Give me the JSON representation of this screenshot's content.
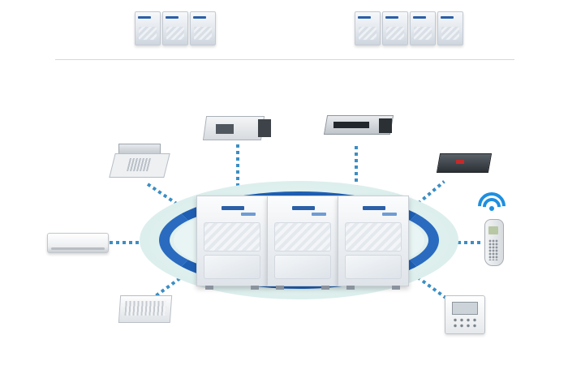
{
  "top_row": {
    "left_unit": {
      "modules": 3
    },
    "right_unit": {
      "modules": 4
    }
  },
  "central_system": {
    "outdoor_modules": 3,
    "ring_color": "#1f5fb3",
    "halo_color": "#dff0ee"
  },
  "connector_color": "#3c8ec4",
  "indoor_units": [
    {
      "id": "cassette",
      "icon": "cassette-unit-icon"
    },
    {
      "id": "duct-high-static",
      "icon": "high-static-duct-icon"
    },
    {
      "id": "duct-slim",
      "icon": "slim-duct-icon"
    },
    {
      "id": "duct-compact",
      "icon": "compact-duct-icon"
    },
    {
      "id": "wall-mounted",
      "icon": "wall-mounted-unit-icon"
    },
    {
      "id": "floor-ceiling",
      "icon": "floor-ceiling-unit-icon"
    },
    {
      "id": "wireless-remote",
      "icon": "wifi-remote-icon"
    },
    {
      "id": "wired-controller",
      "icon": "wired-controller-icon"
    }
  ],
  "wifi_color": "#1e8fe0"
}
